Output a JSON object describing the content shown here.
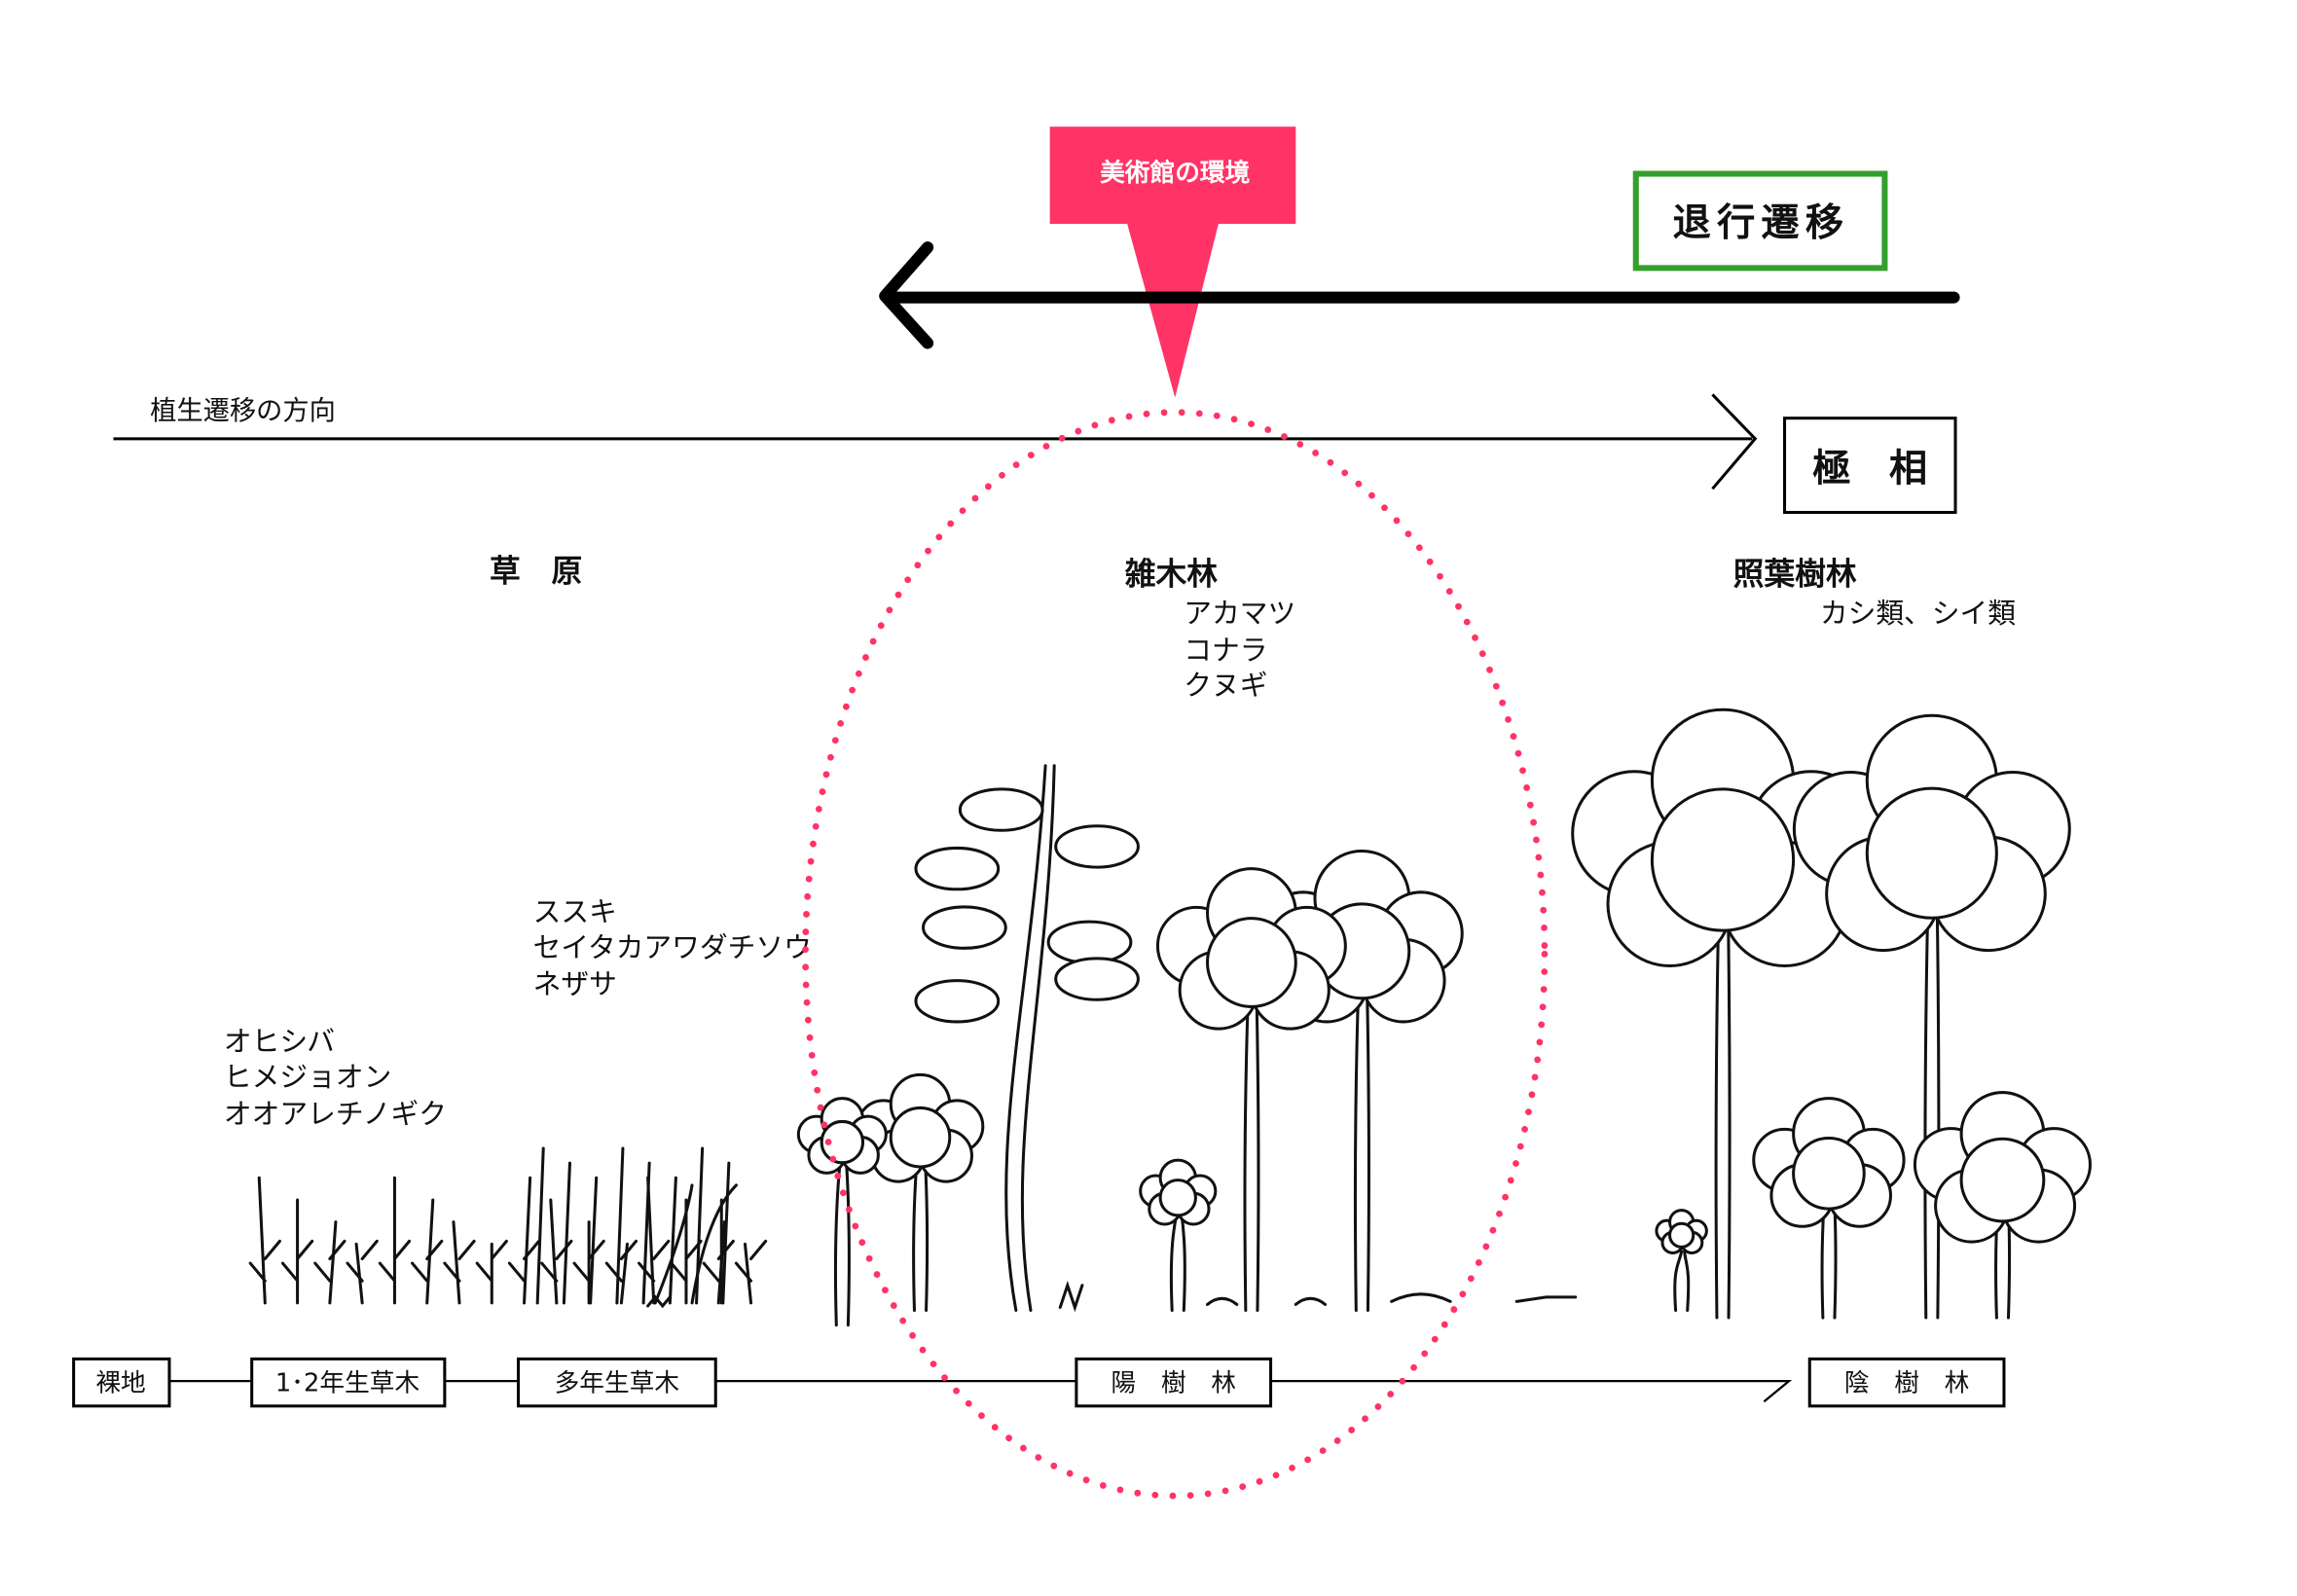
{
  "callout": {
    "label": "美術館の環境",
    "color": "#ff3366"
  },
  "regression": {
    "label": "退行遷移",
    "border_color": "#33a02c"
  },
  "succession": {
    "direction_label": "植生遷移の方向",
    "climax_label": "極　相"
  },
  "stages": {
    "grassland": {
      "title": "草　原"
    },
    "zoukibayashi": {
      "title": "雑木林",
      "species": [
        "アカマツ",
        "コナラ",
        "クヌギ"
      ]
    },
    "shoyojurin": {
      "title": "照葉樹林",
      "species": [
        "カシ類、シイ類"
      ]
    },
    "perennial_species": [
      "ススキ",
      "セイタカアワダチソウ",
      "ネザサ"
    ],
    "annual_species": [
      "オヒシバ",
      "ヒメジョオン",
      "オオアレチノギク"
    ]
  },
  "timeline": [
    "裸地",
    "1･2年生草木",
    "多年生草木",
    "陽　樹　林",
    "陰　樹　林"
  ],
  "colors": {
    "highlight": "#ff3366",
    "green": "#33a02c",
    "ink": "#111111"
  }
}
